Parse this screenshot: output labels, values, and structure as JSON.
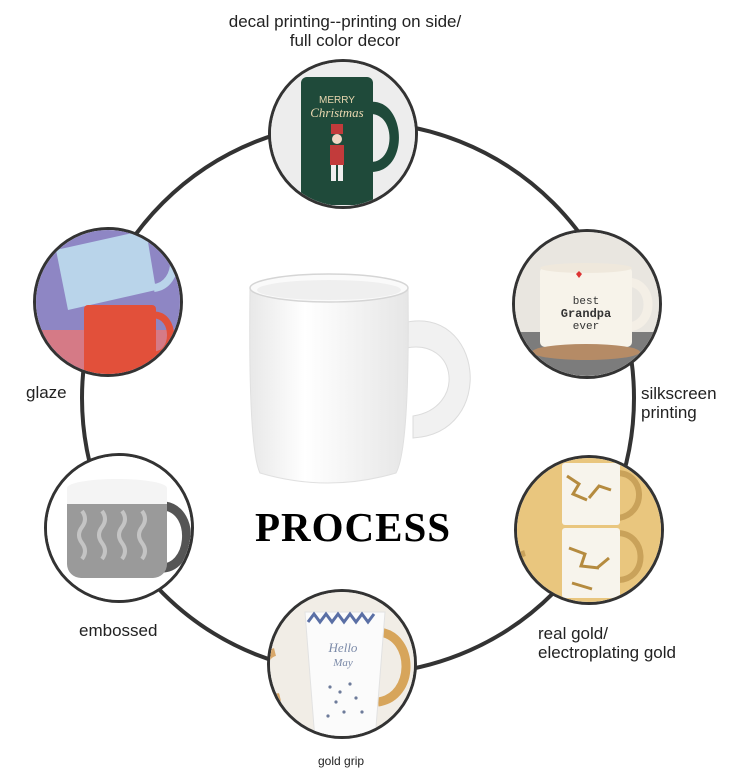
{
  "title": "PROCESS",
  "labels": {
    "decal_line1": "decal printing--printing on side/",
    "decal_line2": "full color decor",
    "glaze": "glaze",
    "silkscreen_line1": "silkscreen",
    "silkscreen_line2": "printing",
    "embossed": "embossed",
    "gold_line1": "real gold/",
    "gold_line2": "electroplating gold",
    "gold_grip": "gold grip"
  },
  "mug_texts": {
    "decal_line1": "MERRY",
    "decal_line2": "Christmas",
    "silk_line1": "best",
    "silk_line2": "Grandpa",
    "silk_line3": "ever",
    "grip_line1": "Hello",
    "grip_line2": "May"
  },
  "colors": {
    "ring": "#333333",
    "decal_mug": "#1f4a3a",
    "glaze_blue": "#b9d4ea",
    "glaze_red": "#e2503a",
    "gold": "#c9a25a"
  }
}
